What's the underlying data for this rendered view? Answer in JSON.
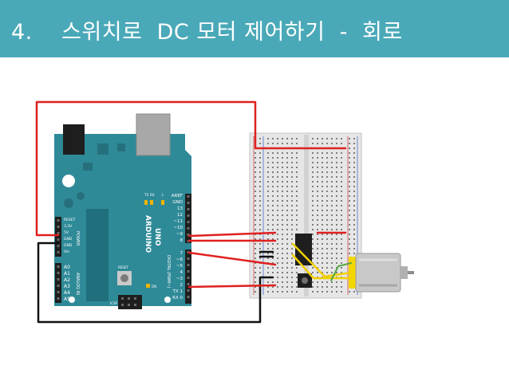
{
  "slide": {
    "title": "4.    스위치로  DC 모터 제어하기  -  회로"
  },
  "arduino": {
    "name_line1": "ARDUINO",
    "name_line2": "UNO",
    "digital_label": "DIGITAL (PWM~)",
    "power_label": "POWER",
    "analog_label": "ANALOG IN",
    "reset_label": "RESET",
    "icsp_label": "ICSP",
    "tx_label": "TX",
    "rx_label": "RX",
    "l_label": "L",
    "on_label": "ON",
    "digital_pins": [
      "AREF",
      "GND",
      "13",
      "12",
      "~11",
      "~10",
      "~9",
      "8",
      "7",
      "~6",
      "~5",
      "4",
      "~3",
      "2",
      "TX 1",
      "RX 0"
    ],
    "power_pins": [
      "RESET",
      "3.3V",
      "5V",
      "GND",
      "GND",
      "Vin"
    ],
    "analog_pins": [
      "A0",
      "A1",
      "A2",
      "A3",
      "A4",
      "A5"
    ]
  },
  "colors": {
    "header": "#4aa9b8",
    "board": "#2f8a98",
    "wire_red": "#e02020",
    "wire_black": "#111111",
    "wire_yellow": "#f0d000",
    "motor_body": "#c8c8c8",
    "motor_cap": "#f2d700"
  },
  "components": [
    "arduino-uno",
    "breadboard",
    "push-button",
    "ic-chip",
    "dc-motor"
  ]
}
